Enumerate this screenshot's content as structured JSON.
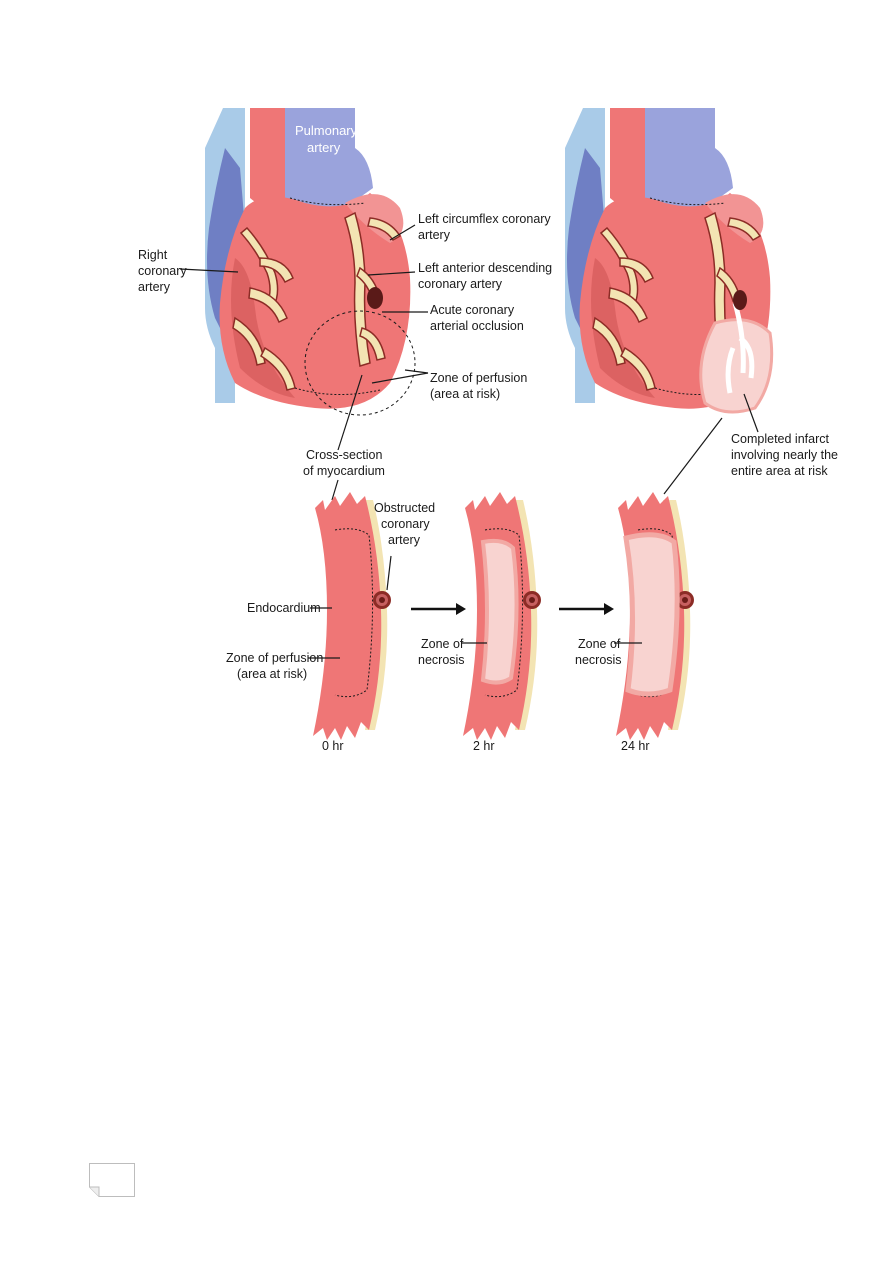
{
  "colors": {
    "myocardium": "#ef7676",
    "myocardium_dark": "#d45a5a",
    "pulmonary": "#9aa3dc",
    "vein_blue": "#6f7fc4",
    "aorta_light": "#a9cbe8",
    "fat": "#f3e4b3",
    "artery": "#8c2c26",
    "necrosis": "#f8d3d0",
    "necrosis_edge": "#f2a9a4"
  },
  "labels": {
    "pulmonary_artery": [
      "Pulmonary",
      "artery"
    ],
    "left_circumflex": [
      "Left circumflex coronary",
      "artery"
    ],
    "right_coronary": [
      "Right",
      "coronary",
      "artery"
    ],
    "lad": [
      "Left anterior descending",
      "coronary artery"
    ],
    "acute_occlusion": [
      "Acute coronary",
      "arterial occlusion"
    ],
    "zone_perfusion_top": [
      "Zone of perfusion",
      "(area at risk)"
    ],
    "cross_section": [
      "Cross-section",
      "of myocardium"
    ],
    "completed_infarct": [
      "Completed infarct",
      "involving nearly the",
      "entire area at risk"
    ],
    "obstructed_artery": [
      "Obstructed",
      "coronary",
      "artery"
    ],
    "endocardium": "Endocardium",
    "zone_perfusion_bottom": [
      "Zone of perfusion",
      "(area at risk)"
    ],
    "zone_necrosis_2hr": [
      "Zone of",
      "necrosis"
    ],
    "zone_necrosis_24hr": [
      "Zone of",
      "necrosis"
    ],
    "time_0": "0 hr",
    "time_2": "2 hr",
    "time_24": "24 hr"
  }
}
